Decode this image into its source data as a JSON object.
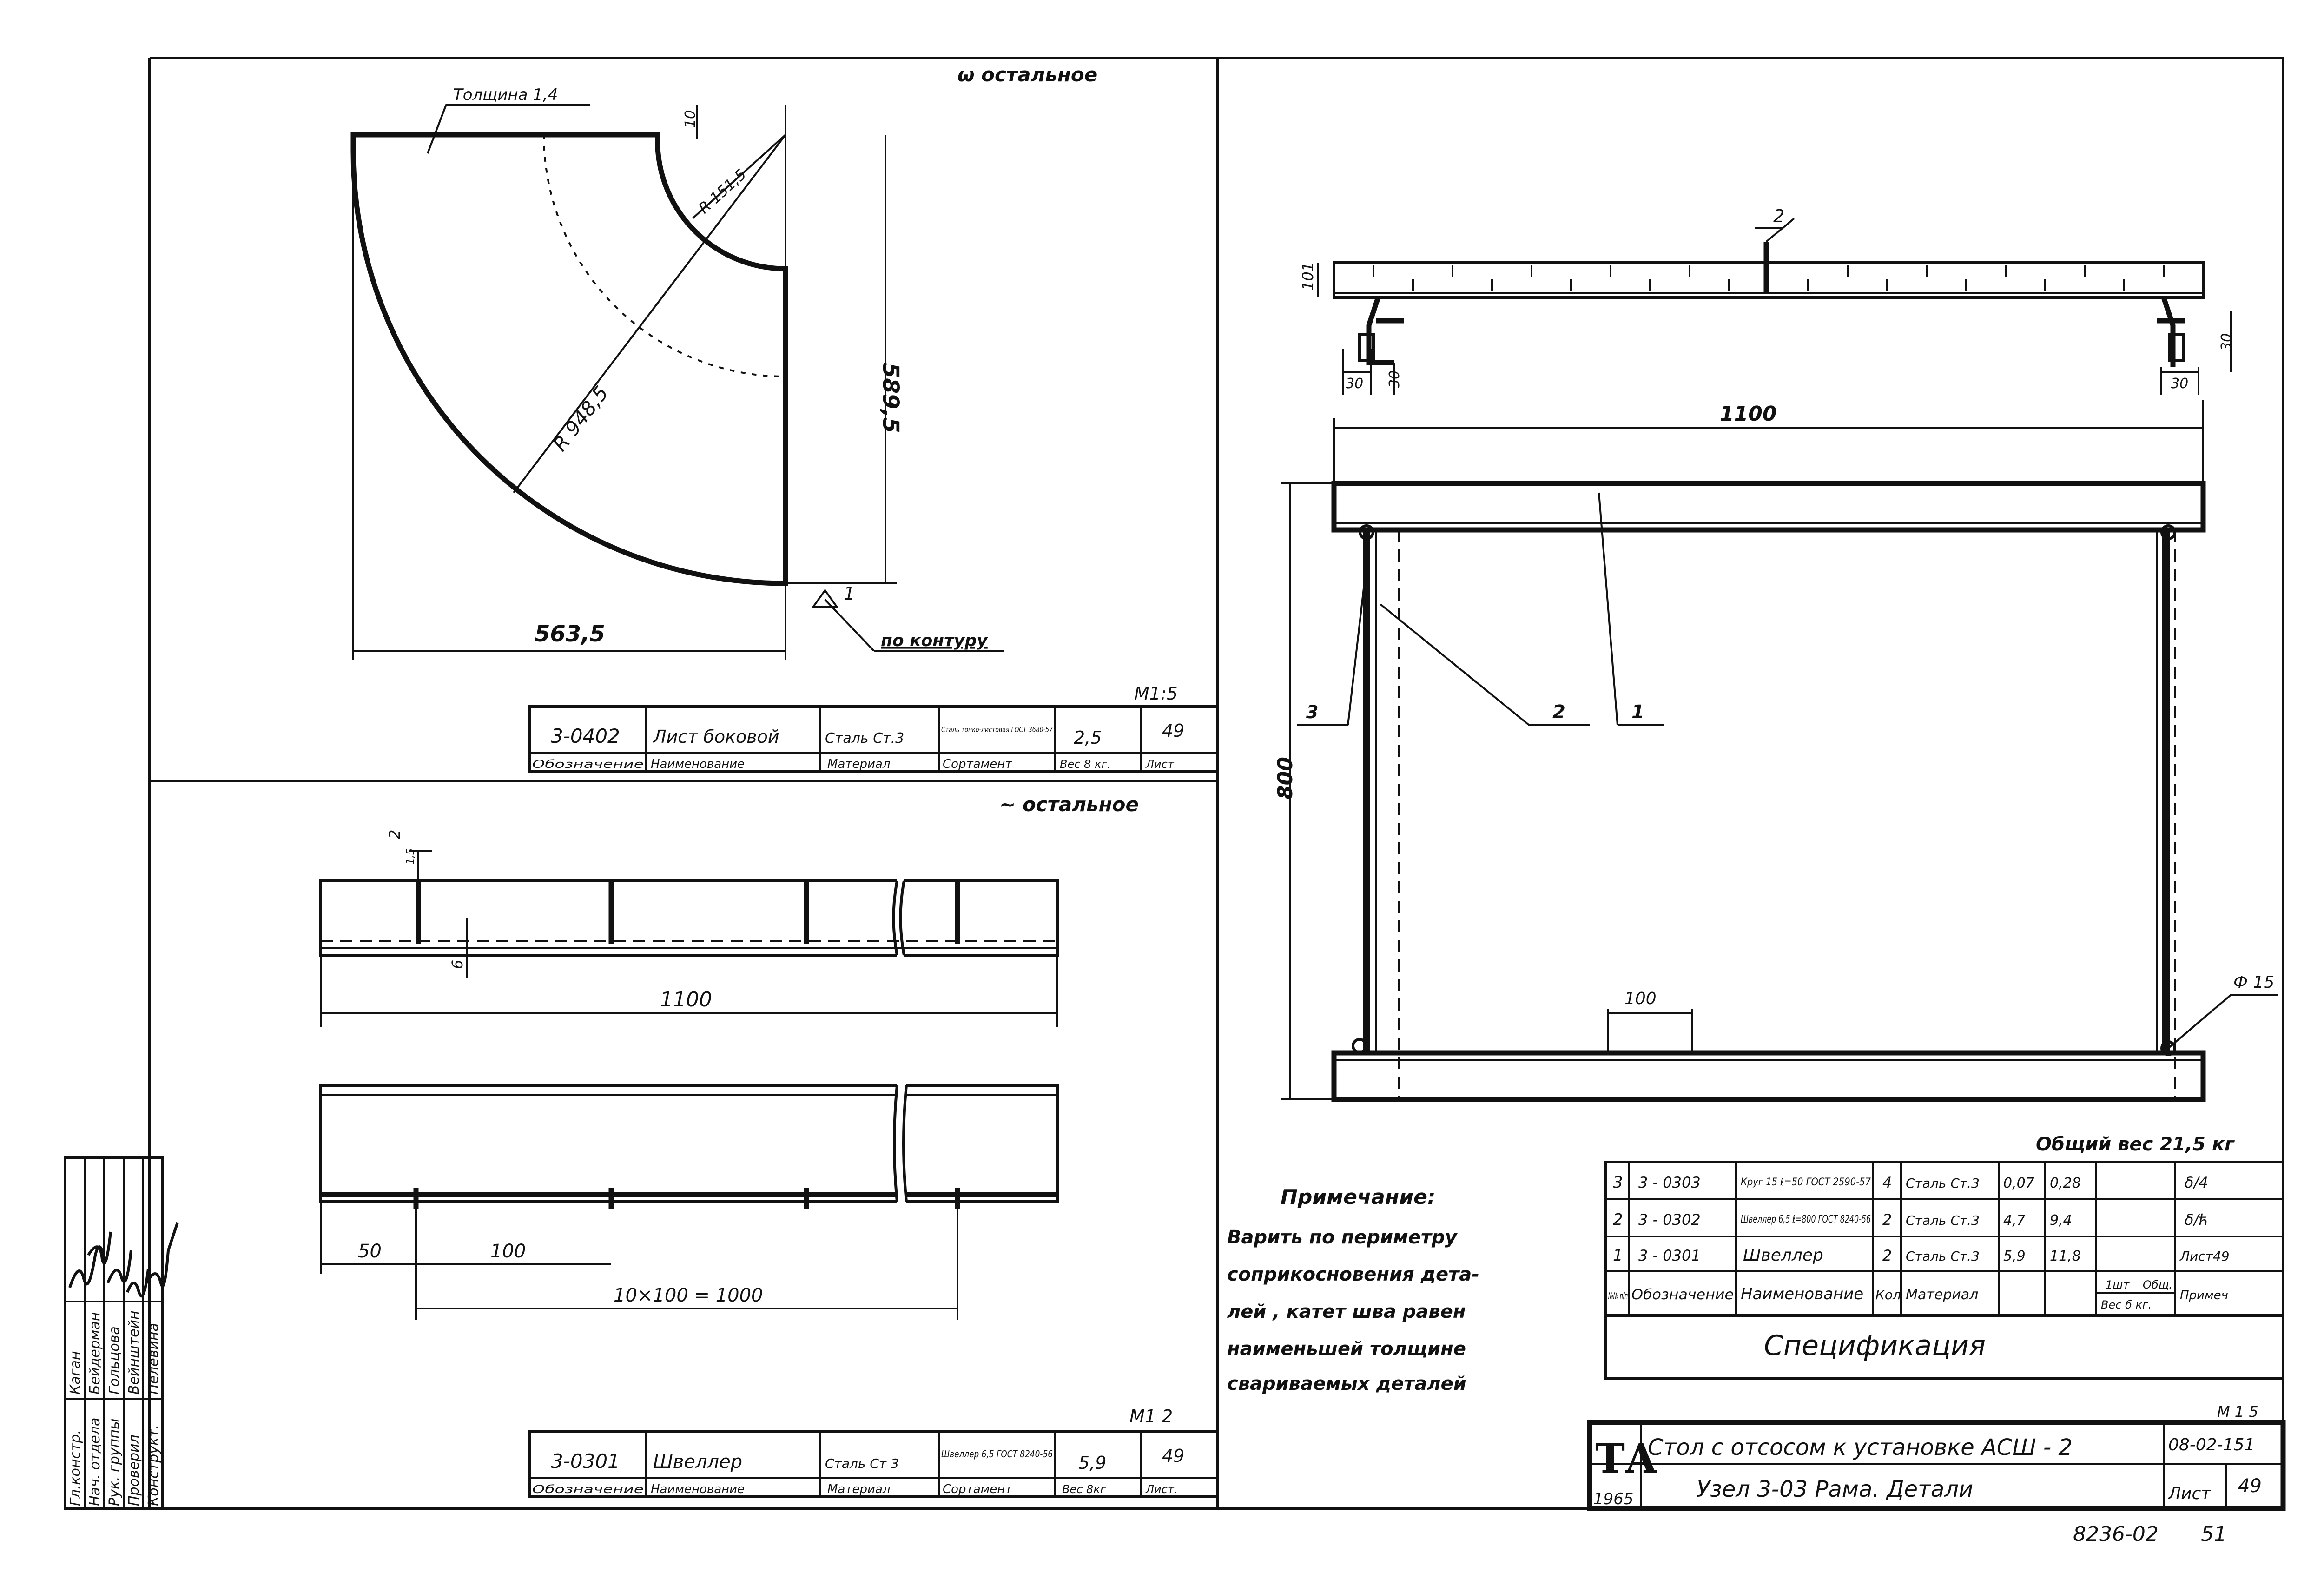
{
  "panel_tl": {
    "corner_note": "ω остальное",
    "thickness_label": "Толщина 1,4",
    "dim_small": "10",
    "dim_r_inner": "R 151,5",
    "dim_r_outer": "R 948,5",
    "dim_height": "589,5",
    "dim_width": "563,5",
    "weld_mark": "1",
    "weld_note": "по контуру",
    "scale": "M1:5",
    "title_block": {
      "code": "3-0402",
      "name": "Лист боковой",
      "material": "Сталь Ст.3",
      "assortment": "Сталь тонко-листовая ГОСТ 3680-57",
      "weight": "2,5",
      "sheet": "49",
      "h_code": "Обозначение",
      "h_name": "Наименование",
      "h_material": "Материал",
      "h_assortment": "Сортамент",
      "h_weight": "Вес 8 кг.",
      "h_sheet": "Лист"
    }
  },
  "panel_bl": {
    "corner_note": "∼ остальное",
    "dim_top_small": "2",
    "dim_top_small2": "1,5",
    "dim_6": "6",
    "dim_1100": "1100",
    "dim_50": "50",
    "dim_100": "100",
    "dim_chain": "10×100 = 1000",
    "scale": "M1 2",
    "title_block": {
      "code": "3-0301",
      "name": "Швеллер",
      "material": "Сталь Ст 3",
      "assortment": "Швеллер 6,5 ГОСТ 8240-56",
      "weight": "5,9",
      "sheet": "49",
      "h_code": "Обозначение",
      "h_name": "Наименование",
      "h_material": "Материал",
      "h_assortment": "Сортамент",
      "h_weight": "Вес 8кг",
      "h_sheet": "Лист."
    }
  },
  "panel_right": {
    "top_dim_101": "101",
    "top_dim_30a": "30",
    "top_dim_30b": "30",
    "top_dim_30c": "30",
    "top_dim_30d": "30",
    "leader_2_top": "2",
    "dim_1100": "1100",
    "dim_800": "800",
    "dim_100": "100",
    "callout_1": "1",
    "callout_2": "2",
    "callout_3": "3",
    "diam": "Ф 15",
    "total_weight": "Общий вес 21,5 кг",
    "note_title": "Примечание:",
    "note_lines": [
      "Варить по периметру",
      "соприкосновения дета-",
      "лей , катет шва равен",
      "наименьшей толщине",
      "свариваемых деталей"
    ],
    "spec": {
      "rows": [
        [
          "3",
          "3 - 0303",
          "Круг 15  ℓ=50 ГОСТ 2590-57",
          "4",
          "Сталь Ст.3",
          "0,07",
          "0,28",
          "δ/4"
        ],
        [
          "2",
          "3 - 0302",
          "Швеллер 6,5 ℓ=800 ГОСТ 8240-56",
          "2",
          "Сталь Ст.3",
          "4,7",
          "9,4",
          "δ/ћ"
        ],
        [
          "1",
          "3 - 0301",
          "Швеллер",
          "2",
          "Сталь Ст.3",
          "5,9",
          "11,8",
          "Лист49"
        ]
      ],
      "h_no": "№№ п/п",
      "h_code": "Обозначение",
      "h_name": "Наименование",
      "h_qty": "Кол",
      "h_material": "Материал",
      "h_w1": "1шт",
      "h_w2": "Общ.",
      "h_weight": "Вес б кг.",
      "h_note": "Примеч",
      "title": "Спецификация"
    },
    "main_block": {
      "logo": "ТА",
      "year": "1965",
      "title1": "Стол с отсосом к установке АСШ - 2",
      "title2": "Узел 3-03 Рама. Детали",
      "scale": "М 1 5",
      "code": "08-02-151",
      "sheet_label": "Лист",
      "sheet": "49"
    },
    "bottom_code": "8236-02",
    "bottom_page": "51"
  },
  "side_stamp": {
    "rows": [
      [
        "Гл.констр.",
        "Каган"
      ],
      [
        "Нач. отдела",
        "Бейдерман"
      ],
      [
        "Рук. группы",
        "Гольцова"
      ],
      [
        "Проверил",
        "Вейнштейн"
      ],
      [
        "Конструкт.",
        "Пелевина"
      ]
    ]
  }
}
